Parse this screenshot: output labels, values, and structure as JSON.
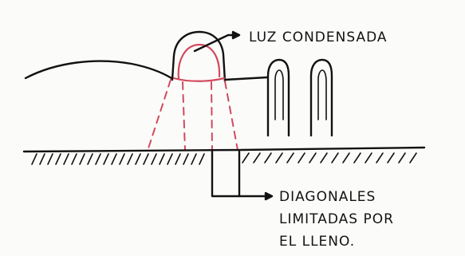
{
  "labels": {
    "top": "LUZ CONDENSADA",
    "bottom_line1": "DIAGONALES",
    "bottom_line2": "LIMITADAS POR",
    "bottom_line3": "EL LLENO."
  },
  "colors": {
    "ink": "#121212",
    "light": "#d24a5c",
    "paper": "#fbfbfa"
  }
}
